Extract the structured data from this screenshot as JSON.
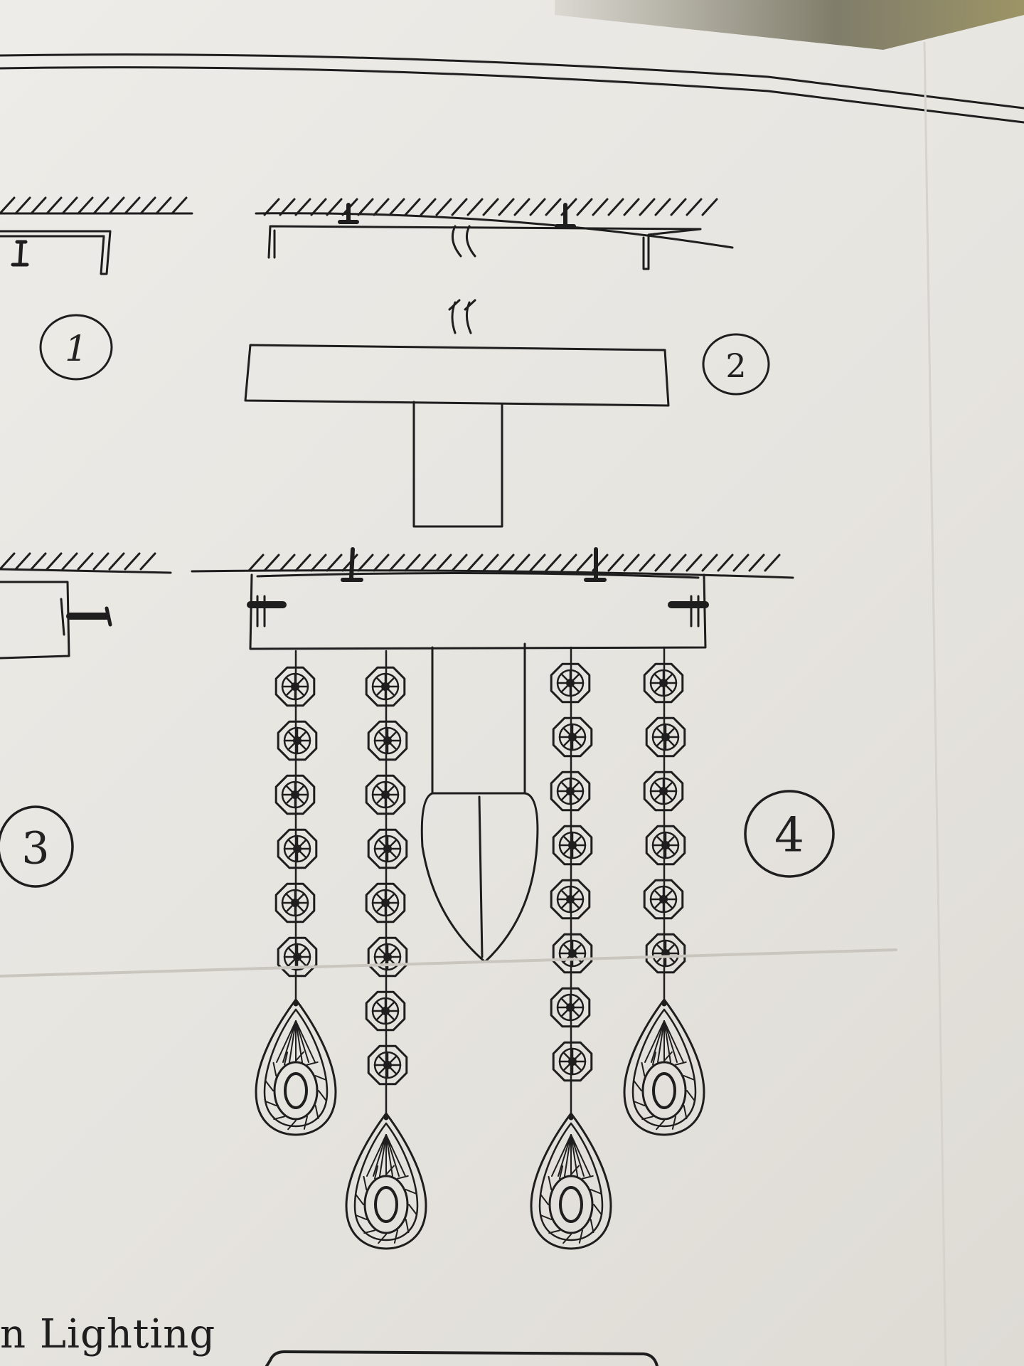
{
  "steps": [
    {
      "number": "1"
    },
    {
      "number": "2"
    },
    {
      "number": "3"
    },
    {
      "number": "4"
    }
  ],
  "footer": {
    "text": "n Lighting"
  },
  "colors": {
    "ink": "#1e1e1e",
    "paper": "#ebe9e4"
  }
}
